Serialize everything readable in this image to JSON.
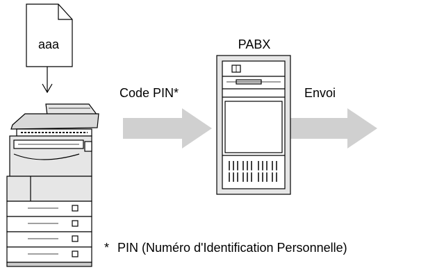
{
  "document": {
    "text": "aaa"
  },
  "pabx": {
    "label": "PABX"
  },
  "arrows": {
    "first_label": "Code PIN*",
    "second_label": "Envoi"
  },
  "footnote": {
    "marker": "*",
    "text": "PIN (Numéro d'Identification Personnelle)"
  },
  "colors": {
    "arrow": "#d0d0d0",
    "stroke": "#000000",
    "device_shade": "#e6e6e6"
  }
}
